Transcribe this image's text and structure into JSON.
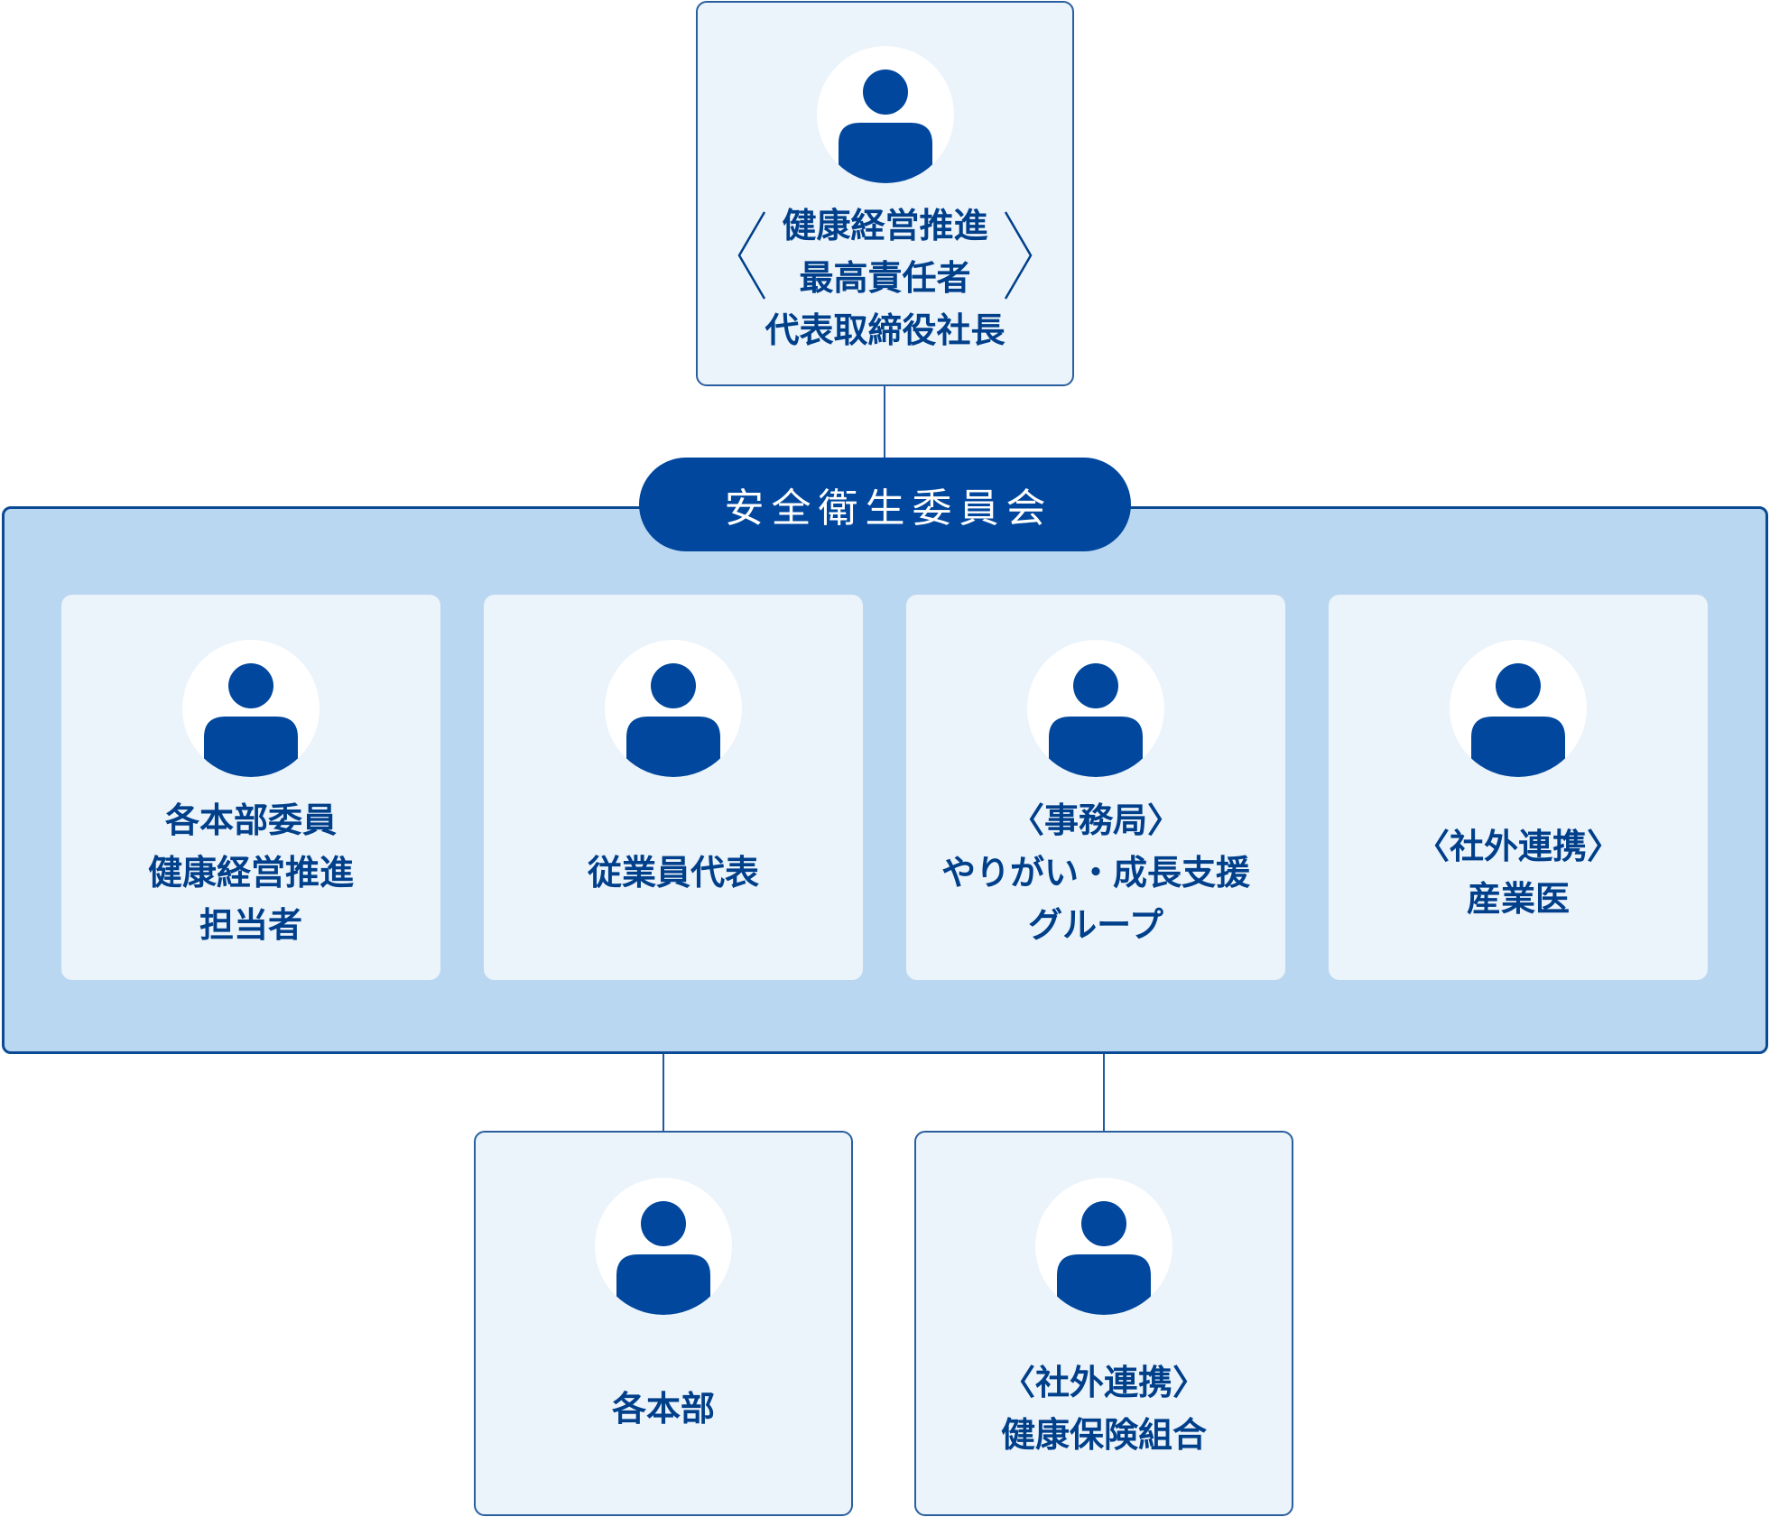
{
  "colors": {
    "primary": "#00479d",
    "card_bg": "#ebf3fb",
    "committee_bg": "#bad7f1",
    "line": "#1e5aa0"
  },
  "top": {
    "lines": [
      "健康経営推進",
      "最高責任者",
      "代表取締役社長"
    ],
    "icon": "person-icon"
  },
  "committee": {
    "title": "安全衛生委員会",
    "members": [
      {
        "lines": [
          "各本部委員",
          "健康経営推進",
          "担当者"
        ],
        "icon": "person-icon"
      },
      {
        "lines": [
          "従業員代表"
        ],
        "icon": "person-icon"
      },
      {
        "lines": [
          "〈事務局〉",
          "やりがい・成長支援",
          "グループ"
        ],
        "icon": "person-icon"
      },
      {
        "lines": [
          "〈社外連携〉",
          "産業医"
        ],
        "icon": "person-icon"
      }
    ]
  },
  "bottom": [
    {
      "lines": [
        "各本部"
      ],
      "icon": "person-icon"
    },
    {
      "lines": [
        "〈社外連携〉",
        "健康保険組合"
      ],
      "icon": "person-icon"
    }
  ]
}
